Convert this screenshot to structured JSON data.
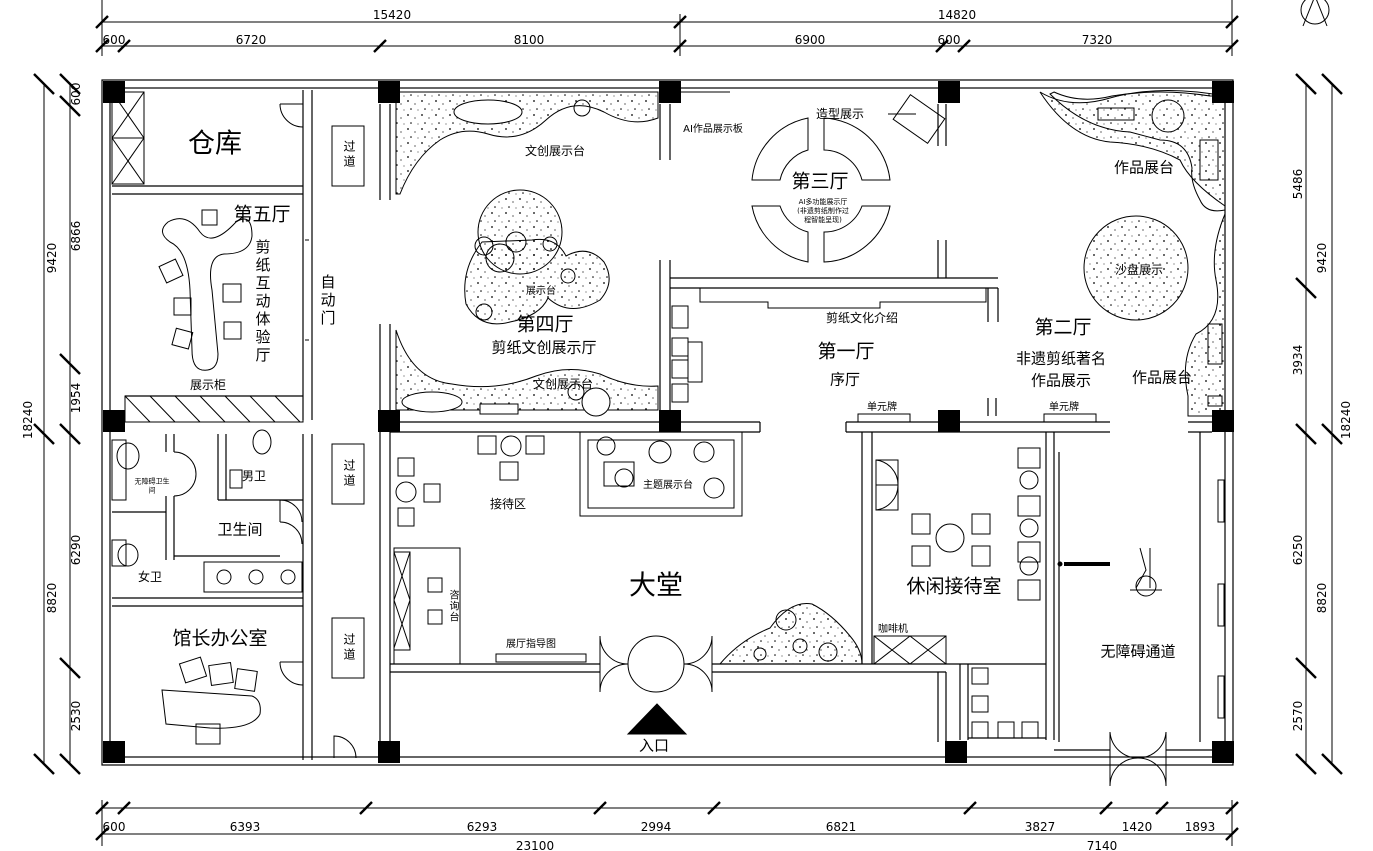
{
  "plan": {
    "rooms": {
      "warehouse": "仓库",
      "hall5_title": "第五厅",
      "hall5_sub": "剪纸互动体验厅",
      "display_cabinet": "展示柜",
      "auto_door": "自动门",
      "passage_1": "过道",
      "passage_2": "过道",
      "passage_3": "过道",
      "hall4_title": "第四厅",
      "hall4_sub": "剪纸文创展示厅",
      "wenchuang_top": "文创展示台",
      "wenchuang_bottom": "文创展示台",
      "display_stand": "展示台",
      "ai_board": "AI作品展示板",
      "shape_display": "造型展示",
      "hall3_title": "第三厅",
      "hall3_sub": "AI多功能展示厅\n(非遗剪纸制作过\n程智能呈现)",
      "works_stand_top": "作品展台",
      "sand_table": "沙盘展示",
      "papercut_intro": "剪纸文化介绍",
      "hall1_title": "第一厅",
      "hall1_sub": "序厅",
      "hall2_title": "第二厅",
      "hall2_sub": "非遗剪纸著名作品展示",
      "works_stand_right": "作品展台",
      "unit_sign_1": "单元牌",
      "unit_sign_2": "单元牌",
      "toilet": "卫生间",
      "men": "男卫",
      "women": "女卫",
      "accessible_wc": "无障碍卫生间",
      "reception_area": "接待区",
      "theme_stand": "主题展示台",
      "lobby": "大堂",
      "consult_desk": "咨询台",
      "guide_map": "展厅指导图",
      "lounge": "休闲接待室",
      "coffee": "咖啡机",
      "accessible_path": "无障碍通道",
      "director": "馆长办公室",
      "entrance": "入口"
    },
    "dimensions": {
      "top_outer": [
        "15420",
        "14820"
      ],
      "top_inner": [
        "600",
        "6720",
        "8100",
        "6900",
        "600",
        "7320"
      ],
      "bottom_inner": [
        "600",
        "6393",
        "6293",
        "2994",
        "6821",
        "3827",
        "1420",
        "1893"
      ],
      "bottom_outer": [
        "23100",
        "7140"
      ],
      "left_outer": [
        "9420",
        "8820",
        "18240"
      ],
      "left_inner": [
        "600",
        "6866",
        "1954",
        "6290",
        "2530"
      ],
      "right_inner": [
        "5486",
        "3934",
        "6250",
        "2570"
      ],
      "right_outer": [
        "9420",
        "8820",
        "18240"
      ]
    }
  }
}
